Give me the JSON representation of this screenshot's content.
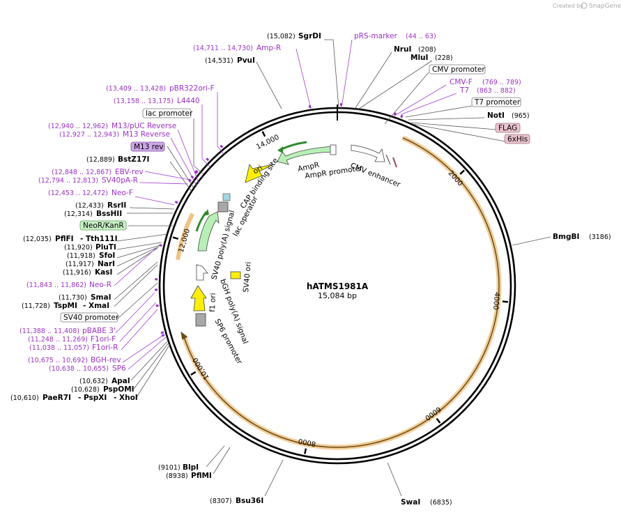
{
  "header": {
    "created_by": "Created by",
    "brand": "SnapGene"
  },
  "map": {
    "name": "hATMS1981A",
    "size": "15,084 bp",
    "ticks": [
      "2000",
      "4000",
      "6000",
      "8000",
      "10,000",
      "12,000",
      "14,000"
    ]
  },
  "sites_right": [
    {
      "name": "SgrDI",
      "pos": "(15,082)"
    },
    {
      "name": "NruI",
      "pos": "(208)"
    },
    {
      "name": "MluI",
      "pos": "(228)"
    },
    {
      "name": "NotI",
      "pos": "(965)"
    },
    {
      "name": "BmgBI",
      "pos": "(3186)"
    },
    {
      "name": "SwaI",
      "pos": "(6835)"
    }
  ],
  "sites_left": [
    {
      "name": "PvuI",
      "pos": "(14,531)"
    },
    {
      "name": "BstZ17I",
      "pos": "(12,889)"
    },
    {
      "name": "RsrII",
      "pos": "(12,433)"
    },
    {
      "name": "BssHII",
      "pos": "(12,314)"
    },
    {
      "name": "PflFI",
      "pos": "(12,035)",
      "extra": "- Tth111I"
    },
    {
      "name": "PluTI",
      "pos": "(11,920)"
    },
    {
      "name": "SfoI",
      "pos": "(11,918)"
    },
    {
      "name": "NarI",
      "pos": "(11,917)"
    },
    {
      "name": "KasI",
      "pos": "(11,916)"
    },
    {
      "name": "SmaI",
      "pos": "(11,730)"
    },
    {
      "name": "TspMI",
      "pos": "(11,728)",
      "extra": "- XmaI"
    },
    {
      "name": "ApaI",
      "pos": "(10,632)"
    },
    {
      "name": "PspOMI",
      "pos": "(10,628)"
    },
    {
      "name": "PaeR7I",
      "pos": "(10,610)",
      "extra": "- PspXI",
      "extra2": "- XhoI"
    },
    {
      "name": "BlpI",
      "pos": "(9101)"
    },
    {
      "name": "PflMI",
      "pos": "(8938)"
    },
    {
      "name": "Bsu36I",
      "pos": "(8307)"
    }
  ],
  "primers": [
    {
      "name": "pRS-marker",
      "range": "(44 .. 63)"
    },
    {
      "name": "Amp-R",
      "range": "(14,711 .. 14,730)"
    },
    {
      "name": "CMV-F",
      "range": "(769 .. 789)"
    },
    {
      "name": "T7",
      "range": "(863 .. 882)"
    },
    {
      "name": "pBR322ori-F",
      "range": "(13,409 .. 13,428)"
    },
    {
      "name": "L4440",
      "range": "(13,158 .. 13,175)"
    },
    {
      "name": "M13/pUC Reverse",
      "range": "(12,940 .. 12,962)"
    },
    {
      "name": "M13 Reverse",
      "range": "(12,927 .. 12,943)"
    },
    {
      "name": "EBV-rev",
      "range": "(12,848 .. 12,867)"
    },
    {
      "name": "SV40pA-R",
      "range": "(12,794 .. 12,813)"
    },
    {
      "name": "Neo-F",
      "range": "(12,453 .. 12,472)"
    },
    {
      "name": "Neo-R",
      "range": "(11,843 .. 11,862)"
    },
    {
      "name": "pBABE 3'",
      "range": "(11,388 .. 11,408)"
    },
    {
      "name": "F1ori-F",
      "range": "(11,248 .. 11,269)"
    },
    {
      "name": "F1ori-R",
      "range": "(11,038 .. 11,057)"
    },
    {
      "name": "BGH-rev",
      "range": "(10,675 .. 10,692)"
    },
    {
      "name": "SP6",
      "range": "(10,638 .. 10,655)"
    }
  ],
  "boxed_labels": {
    "cmv_promoter": "CMV promoter",
    "t7_promoter": "T7 promoter",
    "lac_promoter": "lac promoter",
    "m13_rev": "M13 rev",
    "neor_kanr": "NeoR/KanR",
    "sv40_promoter": "SV40 promoter",
    "flag": "FLAG",
    "his": "6xHis"
  },
  "inner_features": {
    "ori": "ori",
    "ampr": "AmpR",
    "ampr_promoter": "AmpR promoter",
    "cmv_enhancer": "CMV enhancer",
    "cap_binding": "CAP binding site",
    "lac_operator": "lac operator",
    "sv40_polya": "SV40 poly(A) signal",
    "sv40_ori": "SV40 ori",
    "f1_ori": "f1 ori",
    "bgh_polya": "bGH poly(A) signal",
    "sp6_promoter": "SP6 promoter"
  },
  "colors": {
    "purple": "#9b30c8",
    "orange": "#e8a33c",
    "green": "#b7f0b5",
    "yellow": "#ffef00",
    "flag_fill": "#e9c3ce",
    "m13_fill": "#cfa8e8",
    "neo_fill": "#c9f2c6"
  }
}
